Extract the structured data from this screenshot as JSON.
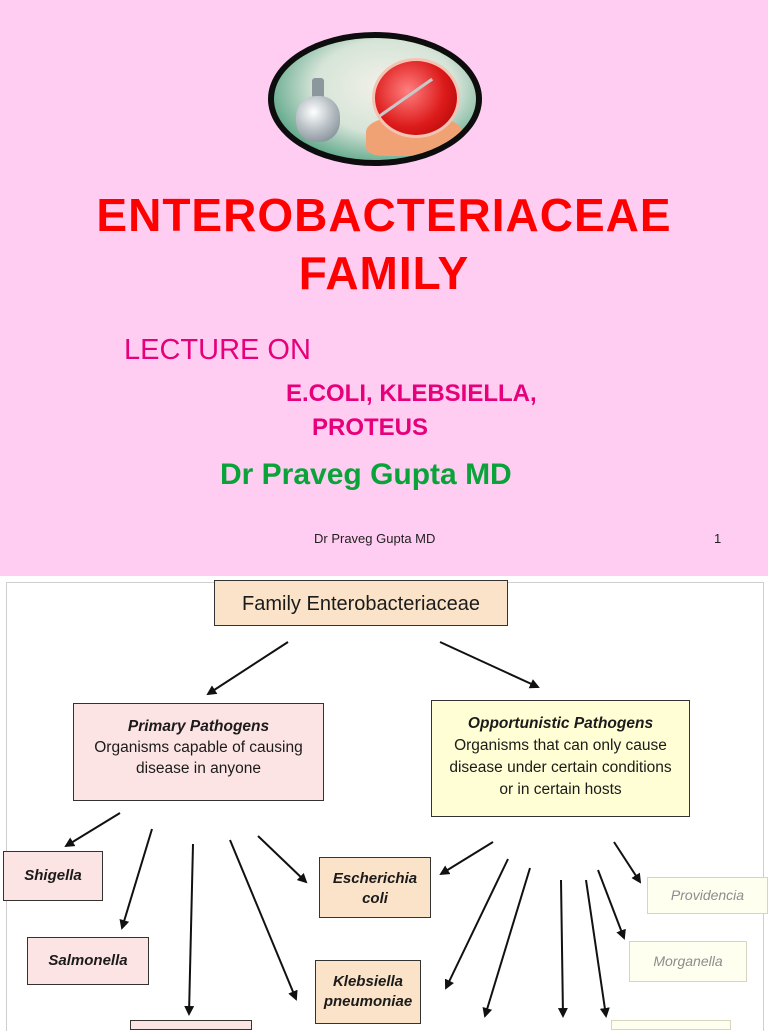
{
  "slide1": {
    "title_line1": "ENTEROBACTERIACEAE",
    "title_line2": "FAMILY",
    "lecture_on": "LECTURE ON",
    "subjects_line1": "E.COLI, KLEBSIELLA,",
    "subjects_line2": "PROTEUS",
    "author": "Dr Praveg Gupta MD",
    "footer": "Dr Praveg Gupta MD",
    "page_number": "1",
    "background": "#ffccf2",
    "title_color": "#ff0000",
    "accent_color": "#e6007a",
    "author_color": "#0aa33a"
  },
  "slide2": {
    "family_box": "Family Enterobacteriaceae",
    "primary": {
      "heading": "Primary Pathogens",
      "line1": "Organisms capable of causing",
      "line2": "disease in anyone"
    },
    "opportunistic": {
      "heading": "Opportunistic Pathogens",
      "line1": "Organisms that can only cause",
      "line2": "disease under certain conditions",
      "line3": "or in certain hosts"
    },
    "organisms": {
      "shigella": "Shigella",
      "salmonella": "Salmonella",
      "escherichia_line1": "Escherichia",
      "escherichia_line2": "coli",
      "klebsiella_line1": "Klebsiella",
      "klebsiella_line2": "pneumoniae",
      "providencia": "Providencia",
      "morganella": "Morganella"
    }
  }
}
